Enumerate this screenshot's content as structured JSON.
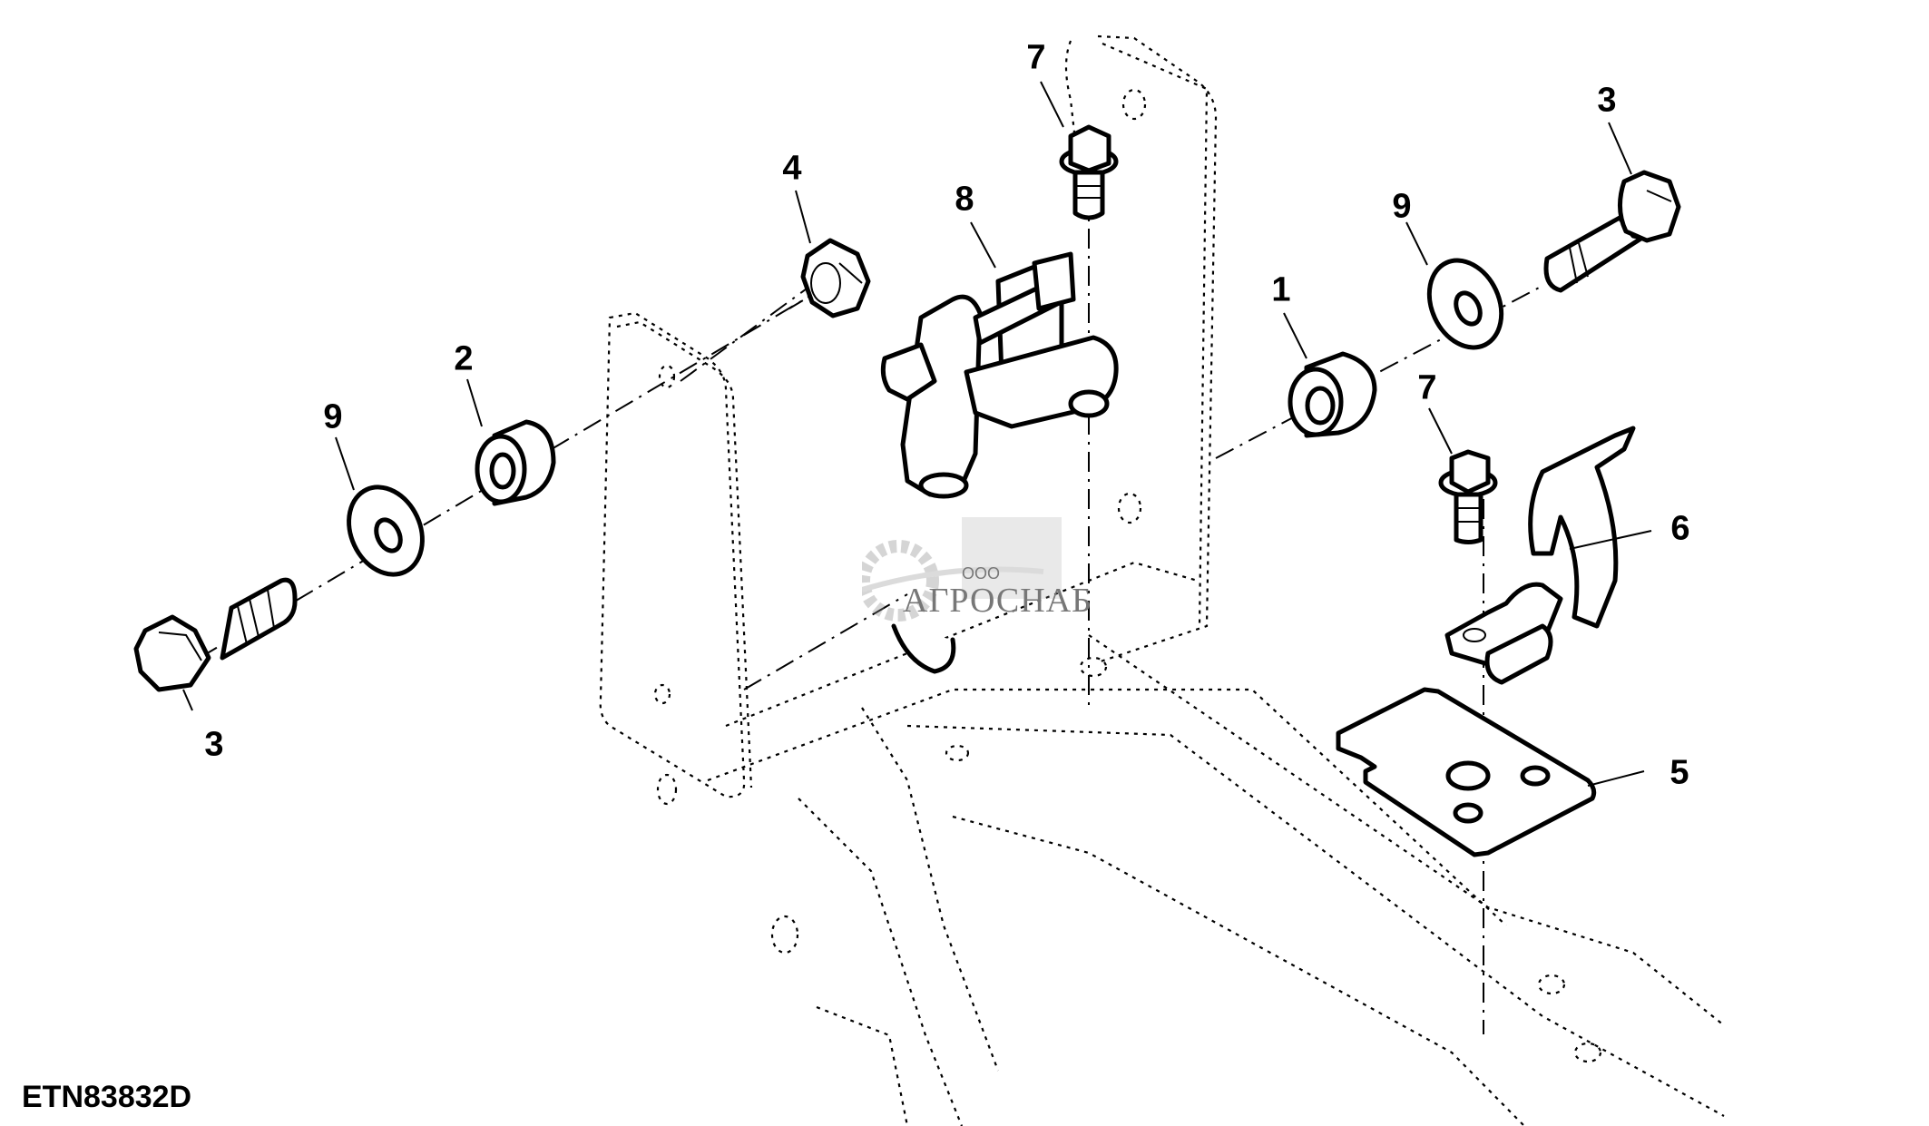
{
  "figure": {
    "id_label": "ETN83832D",
    "type": "exploded parts diagram"
  },
  "callouts": [
    {
      "number": "7",
      "part": "flange-bolt-top"
    },
    {
      "number": "4",
      "part": "hex-nut"
    },
    {
      "number": "8",
      "part": "hinge-bracket"
    },
    {
      "number": "3",
      "part": "hex-bolt-right"
    },
    {
      "number": "9",
      "part": "washer-right"
    },
    {
      "number": "1",
      "part": "spacer-bushing-right"
    },
    {
      "number": "2",
      "part": "spacer-bushing-left"
    },
    {
      "number": "9",
      "part": "washer-left"
    },
    {
      "number": "7",
      "part": "flange-bolt-lower"
    },
    {
      "number": "6",
      "part": "latch-hinge"
    },
    {
      "number": "3",
      "part": "hex-bolt-left"
    },
    {
      "number": "5",
      "part": "mounting-plate"
    }
  ],
  "watermark": {
    "prefix": "ООО",
    "brand": "АГРОСНАБ"
  }
}
